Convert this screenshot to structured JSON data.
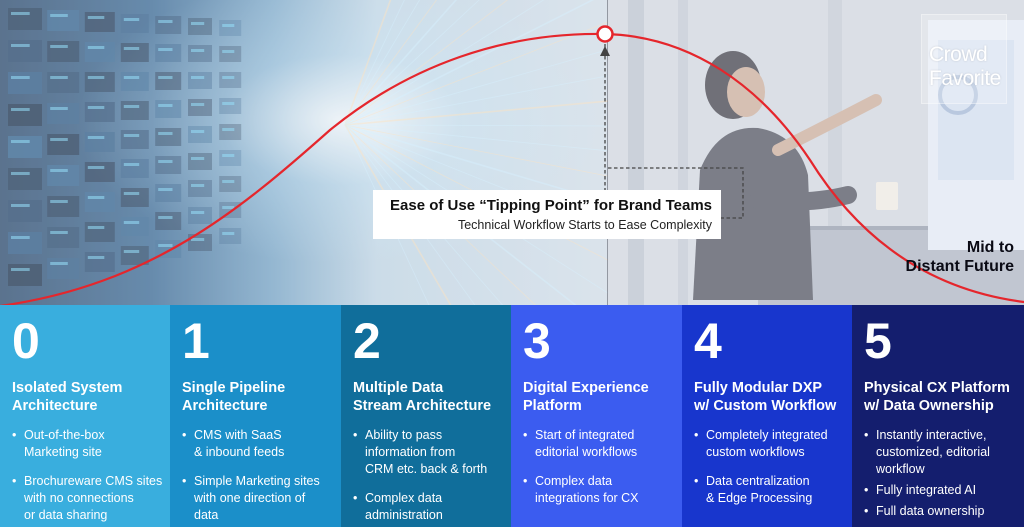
{
  "colors": {
    "curve": "#e5262c",
    "stage_0": "#39aede",
    "stage_1": "#1b8fc9",
    "stage_2": "#106e9b",
    "stage_3": "#3b5cf0",
    "stage_4": "#1836cd",
    "stage_5": "#141e6e"
  },
  "logo": {
    "line1": "Crowd",
    "line2": "Favorite"
  },
  "tipping_point": {
    "title": "Ease of Use “Tipping Point” for Brand Teams",
    "subtitle": "Technical Workflow Starts to Ease Complexity"
  },
  "future_label": {
    "line1": "Mid to",
    "line2": "Distant Future"
  },
  "stages": [
    {
      "number": "0",
      "title_lines": [
        "Isolated System",
        "Architecture"
      ],
      "bullets": [
        [
          "Out-of-the-box",
          "Marketing site"
        ],
        [
          "Brochureware CMS sites",
          "with no connections",
          "or data sharing"
        ]
      ]
    },
    {
      "number": "1",
      "title_lines": [
        "Single Pipeline",
        "Architecture"
      ],
      "bullets": [
        [
          "CMS with SaaS",
          "& inbound feeds"
        ],
        [
          "Simple Marketing sites",
          "with one direction of",
          "data"
        ]
      ]
    },
    {
      "number": "2",
      "title_lines": [
        "Multiple Data",
        "Stream Architecture"
      ],
      "bullets": [
        [
          "Ability to pass",
          "information from",
          "CRM etc. back & forth"
        ],
        [
          "Complex data",
          "administration"
        ]
      ]
    },
    {
      "number": "3",
      "title_lines": [
        "Digital Experience",
        "Platform"
      ],
      "bullets": [
        [
          "Start of integrated",
          "editorial workflows"
        ],
        [
          "Complex data",
          "integrations for CX"
        ]
      ]
    },
    {
      "number": "4",
      "title_lines": [
        "Fully Modular DXP",
        "w/ Custom Workflow"
      ],
      "bullets": [
        [
          "Completely integrated",
          "custom workflows"
        ],
        [
          "Data centralization",
          "& Edge Processing"
        ]
      ]
    },
    {
      "number": "5",
      "title_lines": [
        "Physical CX Platform",
        "w/ Data Ownership"
      ],
      "bullets": [
        [
          "Instantly interactive,",
          "customized, editorial",
          "workflow"
        ],
        [
          "Fully integrated AI"
        ],
        [
          "Full data ownership"
        ]
      ]
    }
  ]
}
